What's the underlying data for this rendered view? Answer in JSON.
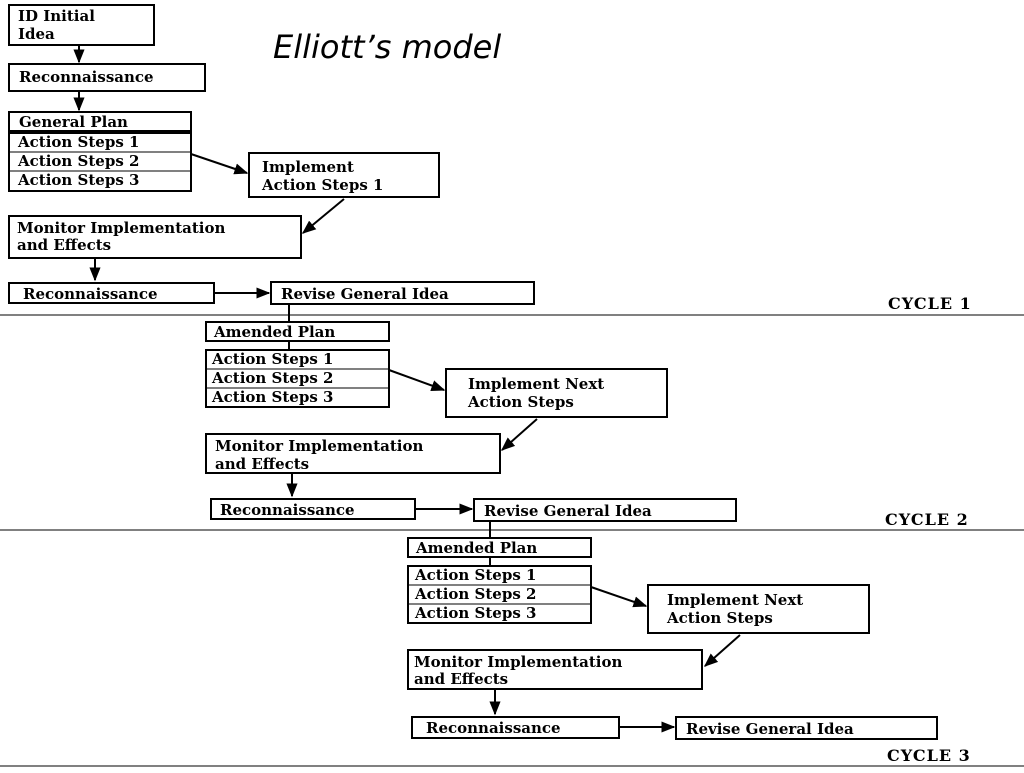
{
  "title": "Elliott’s model",
  "start": {
    "idea": [
      "ID Initial",
      "Idea"
    ],
    "reconnaissance": "Reconnaissance"
  },
  "cycles": [
    {
      "label": "CYCLE 1",
      "plan": "General Plan",
      "steps": [
        "Action Steps 1",
        "Action Steps 2",
        "Action Steps 3"
      ],
      "implement": [
        "Implement",
        "Action Steps 1"
      ],
      "monitor": [
        "Monitor Implementation",
        "and Effects"
      ],
      "reconnaissance": "Reconnaissance",
      "revise": "Revise General Idea"
    },
    {
      "label": "CYCLE 2",
      "plan": "Amended Plan",
      "steps": [
        "Action Steps 1",
        "Action Steps 2",
        "Action Steps 3"
      ],
      "implement": [
        "Implement Next",
        "Action Steps"
      ],
      "monitor": [
        "Monitor Implementation",
        "and Effects"
      ],
      "reconnaissance": "Reconnaissance",
      "revise": "Revise General Idea"
    },
    {
      "label": "CYCLE 3",
      "plan": "Amended Plan",
      "steps": [
        "Action Steps 1",
        "Action Steps 2",
        "Action Steps 3"
      ],
      "implement": [
        "Implement Next",
        "Action Steps"
      ],
      "monitor": [
        "Monitor Implementation",
        "and Effects"
      ],
      "reconnaissance": "Reconnaissance",
      "revise": "Revise General Idea"
    }
  ]
}
